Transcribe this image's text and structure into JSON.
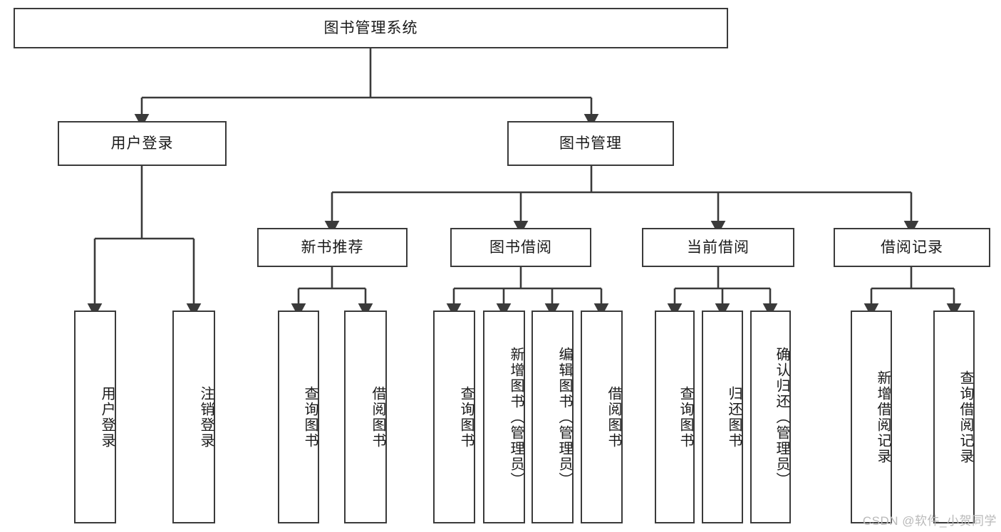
{
  "diagram": {
    "type": "tree",
    "title": "图书管理系统",
    "root": {
      "id": "root",
      "label": "图书管理系统"
    },
    "level2": [
      {
        "id": "login",
        "label": "用户登录"
      },
      {
        "id": "bookmgmt",
        "label": "图书管理"
      }
    ],
    "level3": [
      {
        "id": "newbook",
        "label": "新书推荐",
        "parent": "bookmgmt"
      },
      {
        "id": "borrow",
        "label": "图书借阅",
        "parent": "bookmgmt"
      },
      {
        "id": "current",
        "label": "当前借阅",
        "parent": "bookmgmt"
      },
      {
        "id": "records",
        "label": "借阅记录",
        "parent": "bookmgmt"
      }
    ],
    "leaves": [
      {
        "id": "leaf1",
        "label": "用户登录",
        "parent": "login"
      },
      {
        "id": "leaf2",
        "label": "注销登录",
        "parent": "login"
      },
      {
        "id": "leaf3",
        "label": "查询图书",
        "parent": "newbook"
      },
      {
        "id": "leaf4",
        "label": "借阅图书",
        "parent": "newbook"
      },
      {
        "id": "leaf5",
        "label": "查询图书",
        "parent": "borrow"
      },
      {
        "id": "leaf6",
        "label": "新增图书（管理员）",
        "parent": "borrow"
      },
      {
        "id": "leaf7",
        "label": "编辑图书（管理员）",
        "parent": "borrow"
      },
      {
        "id": "leaf8",
        "label": "借阅图书",
        "parent": "borrow"
      },
      {
        "id": "leaf9",
        "label": "查询图书",
        "parent": "current"
      },
      {
        "id": "leaf10",
        "label": "归还图书",
        "parent": "current"
      },
      {
        "id": "leaf11",
        "label": "确认归还（管理员）",
        "parent": "current"
      },
      {
        "id": "leaf12",
        "label": "新增借阅记录",
        "parent": "records"
      },
      {
        "id": "leaf13",
        "label": "查询借阅记录",
        "parent": "records"
      }
    ]
  },
  "watermark": {
    "text": "CSDN @软件_小贺同学"
  },
  "colors": {
    "stroke": "#3a3a3a",
    "fill": "#ffffff",
    "text": "#1a1a1a",
    "watermark": "#b9b9b9"
  }
}
